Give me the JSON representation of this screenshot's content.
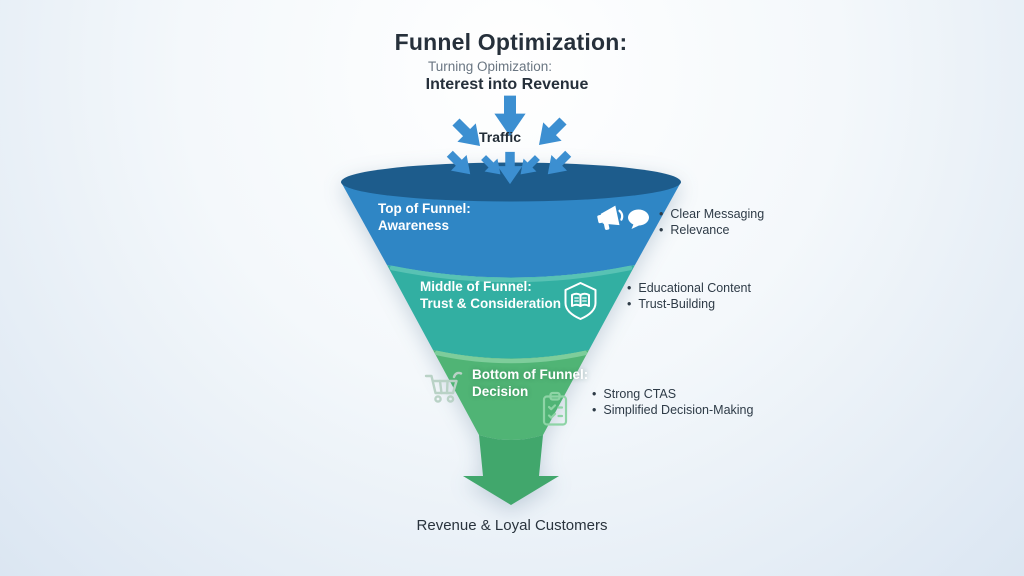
{
  "header": {
    "title": "Funnel Optimization:",
    "subtitle_line1": "Turning Opimization:",
    "subtitle_line2": "Interest into Revenue"
  },
  "traffic": {
    "label": "Traffic"
  },
  "funnel": {
    "stages": [
      {
        "title_line1": "Top of Funnel:",
        "title_line2": "Awareness",
        "color": "#2f86c5",
        "icons": [
          "megaphone-icon",
          "speech-bubble-icon"
        ],
        "bullets": [
          "Clear Messaging",
          "Relevance"
        ]
      },
      {
        "title_line1": "Middle of Funnel:",
        "title_line2": "Trust & Consideration",
        "color": "#32afa2",
        "icons": [
          "book-shield-icon"
        ],
        "bullets": [
          "Educational Content",
          "Trust-Building"
        ]
      },
      {
        "title_line1": "Bottom of Funnel:",
        "title_line2": "Decision",
        "color": "#50b475",
        "icons": [
          "cart-icon",
          "clipboard-check-icon"
        ],
        "bullets": [
          "Strong CTAS",
          "Simplified Decision-Making"
        ]
      }
    ],
    "outcome_label": "Revenue & Loyal Customers"
  },
  "colors": {
    "funnel_top_ellipse": "#1d5c8c",
    "traffic_arrow": "#3c8fd1",
    "outcome_arrow": "#41a76c",
    "icon_white": "#ffffff",
    "cart_icon": "#b9d2c6",
    "clipboard_icon": "#8ed4a6"
  }
}
